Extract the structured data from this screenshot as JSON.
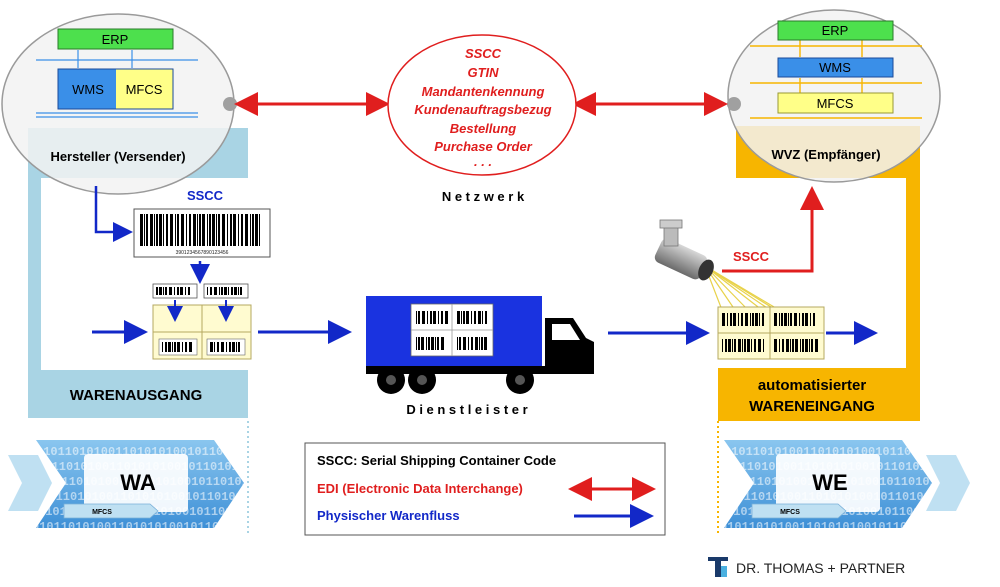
{
  "network": {
    "items": [
      "SSCC",
      "GTIN",
      "Mandantenkennung",
      "Kundenauftragsbezug",
      "Bestellung",
      "Purchase Order",
      ". . ."
    ],
    "label": "N e t z w e r k"
  },
  "sender": {
    "erp": "ERP",
    "wms": "WMS",
    "mfcs": "MFCS",
    "title": "Hersteller (Versender)",
    "sscc_label": "SSCC",
    "barcode_number": "3901234567890123456",
    "outbound_label": "WARENAUSGANG"
  },
  "receiver": {
    "erp": "ERP",
    "wms": "WMS",
    "mfcs": "MFCS",
    "title": "WVZ (Empfänger)",
    "sscc_label": "SSCC",
    "inbound_line1": "automatisierter",
    "inbound_line2": "WARENEINGANG"
  },
  "carrier": {
    "label": "D i e n s t l e i s t e r"
  },
  "wa_chevron": {
    "label": "WA",
    "mfcs": "MFCS",
    "binary": "0101101010011010101001011010100101101010110011010110100100101101"
  },
  "we_chevron": {
    "label": "WE",
    "mfcs": "MFCS",
    "binary": "0101101010011010101001011010100101101010110011010110100100101101"
  },
  "legend": {
    "sscc": "SSCC: Serial Shipping Container Code",
    "edi": "EDI (Electronic Data Interchange)",
    "physical": "Physischer Warenfluss"
  },
  "logo": {
    "text": "DR. THOMAS + PARTNER"
  },
  "colors": {
    "edi_red": "#e01e1e",
    "flow_blue": "#1228c8",
    "sender_frame": "#a9d4e4",
    "receiver_frame": "#f7b500",
    "erp_green": "#4de04d",
    "wms_blue": "#3a8fe8",
    "mfcs_yellow": "#ffff88",
    "truck_blue": "#1a33e0",
    "chevron_blue": "#6fb4e8"
  }
}
